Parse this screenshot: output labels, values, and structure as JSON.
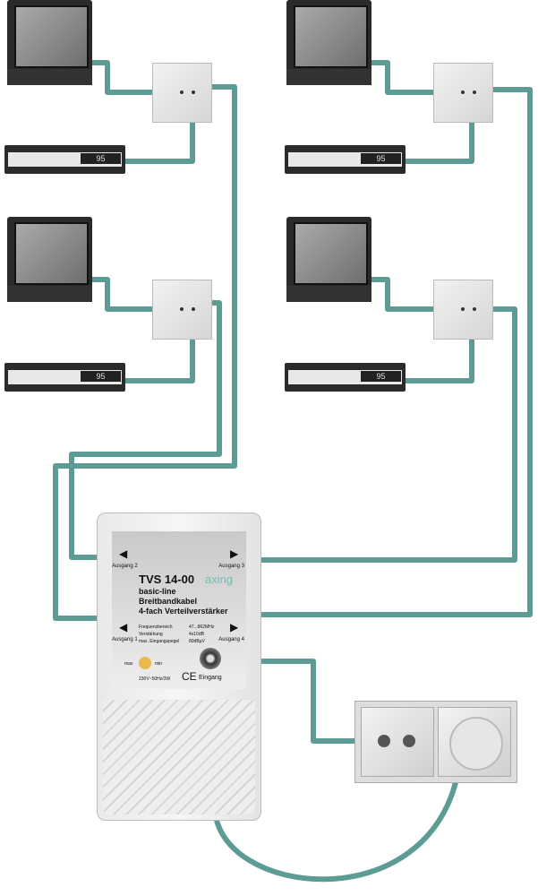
{
  "amplifier": {
    "model": "TVS 14-00",
    "brand": "axing",
    "line": "basic-line",
    "type1": "Breitbandkabel",
    "type2": "4-fach Verteilverstärker",
    "outputs": [
      "Ausgang 1",
      "Ausgang 2",
      "Ausgang 3",
      "Ausgang 4"
    ],
    "input": "Eingang",
    "specs": [
      {
        "k": "Frequenzbereich",
        "v": "47...862MHz"
      },
      {
        "k": "Verstärkung",
        "v": "4x10dB"
      },
      {
        "k": "max. Eingangspegel",
        "v": "80dBµV"
      }
    ],
    "power": "230V~50Hz/3W",
    "dial_min": "min",
    "dial_max": "max",
    "ce": "CE"
  },
  "receiver_display": "95",
  "colors": {
    "cable": "#5c9c94"
  }
}
